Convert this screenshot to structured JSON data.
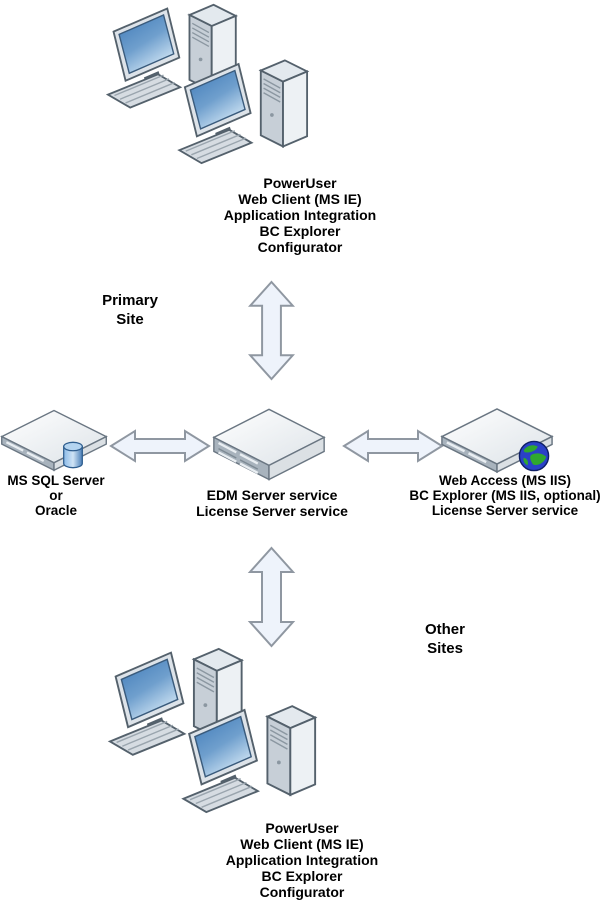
{
  "annotations": {
    "primary_site": {
      "line1": "Primary",
      "line2": "Site"
    },
    "other_sites": {
      "line1": "Other",
      "line2": "Sites"
    }
  },
  "nodes": {
    "top_clients": {
      "icon": "workstation-pair-icon",
      "lines": [
        "PowerUser",
        "Web Client (MS IE)",
        "Application Integration",
        "BC Explorer",
        "Configurator"
      ]
    },
    "database_server": {
      "icon": "rack-server-icon, database-icon",
      "lines": [
        "MS SQL Server",
        "or",
        "Oracle"
      ]
    },
    "edm_server": {
      "icon": "rack-server-icon",
      "lines": [
        "EDM Server service",
        "License Server service"
      ]
    },
    "web_server": {
      "icon": "rack-server-icon, globe-icon",
      "lines": [
        "Web Access (MS IIS)",
        "BC Explorer (MS IIS, optional)",
        "License Server service"
      ]
    },
    "bottom_clients": {
      "icon": "workstation-pair-icon",
      "lines": [
        "PowerUser",
        "Web Client (MS IE)",
        "Application Integration",
        "BC Explorer",
        "Configurator"
      ]
    }
  },
  "connectors": {
    "top_vertical": "double-arrow-vertical",
    "bottom_vertical": "double-arrow-vertical",
    "left_horizontal": "double-arrow-horizontal",
    "right_horizontal": "double-arrow-horizontal"
  },
  "colors": {
    "background": "#ffffff",
    "arrow_fill": "#eef3fb",
    "arrow_stroke": "#8f97a1",
    "text": "#000000",
    "screen_blue_dark": "#3f7ab8",
    "screen_blue_light": "#cfe4f4",
    "metal_light": "#f2f5f7",
    "metal_mid": "#c7cfd7",
    "metal_dark": "#9fabb5",
    "outline": "#54616c",
    "database_blue": "#5c93cc",
    "globe_blue": "#2a41c8",
    "globe_green": "#2fa82f"
  }
}
